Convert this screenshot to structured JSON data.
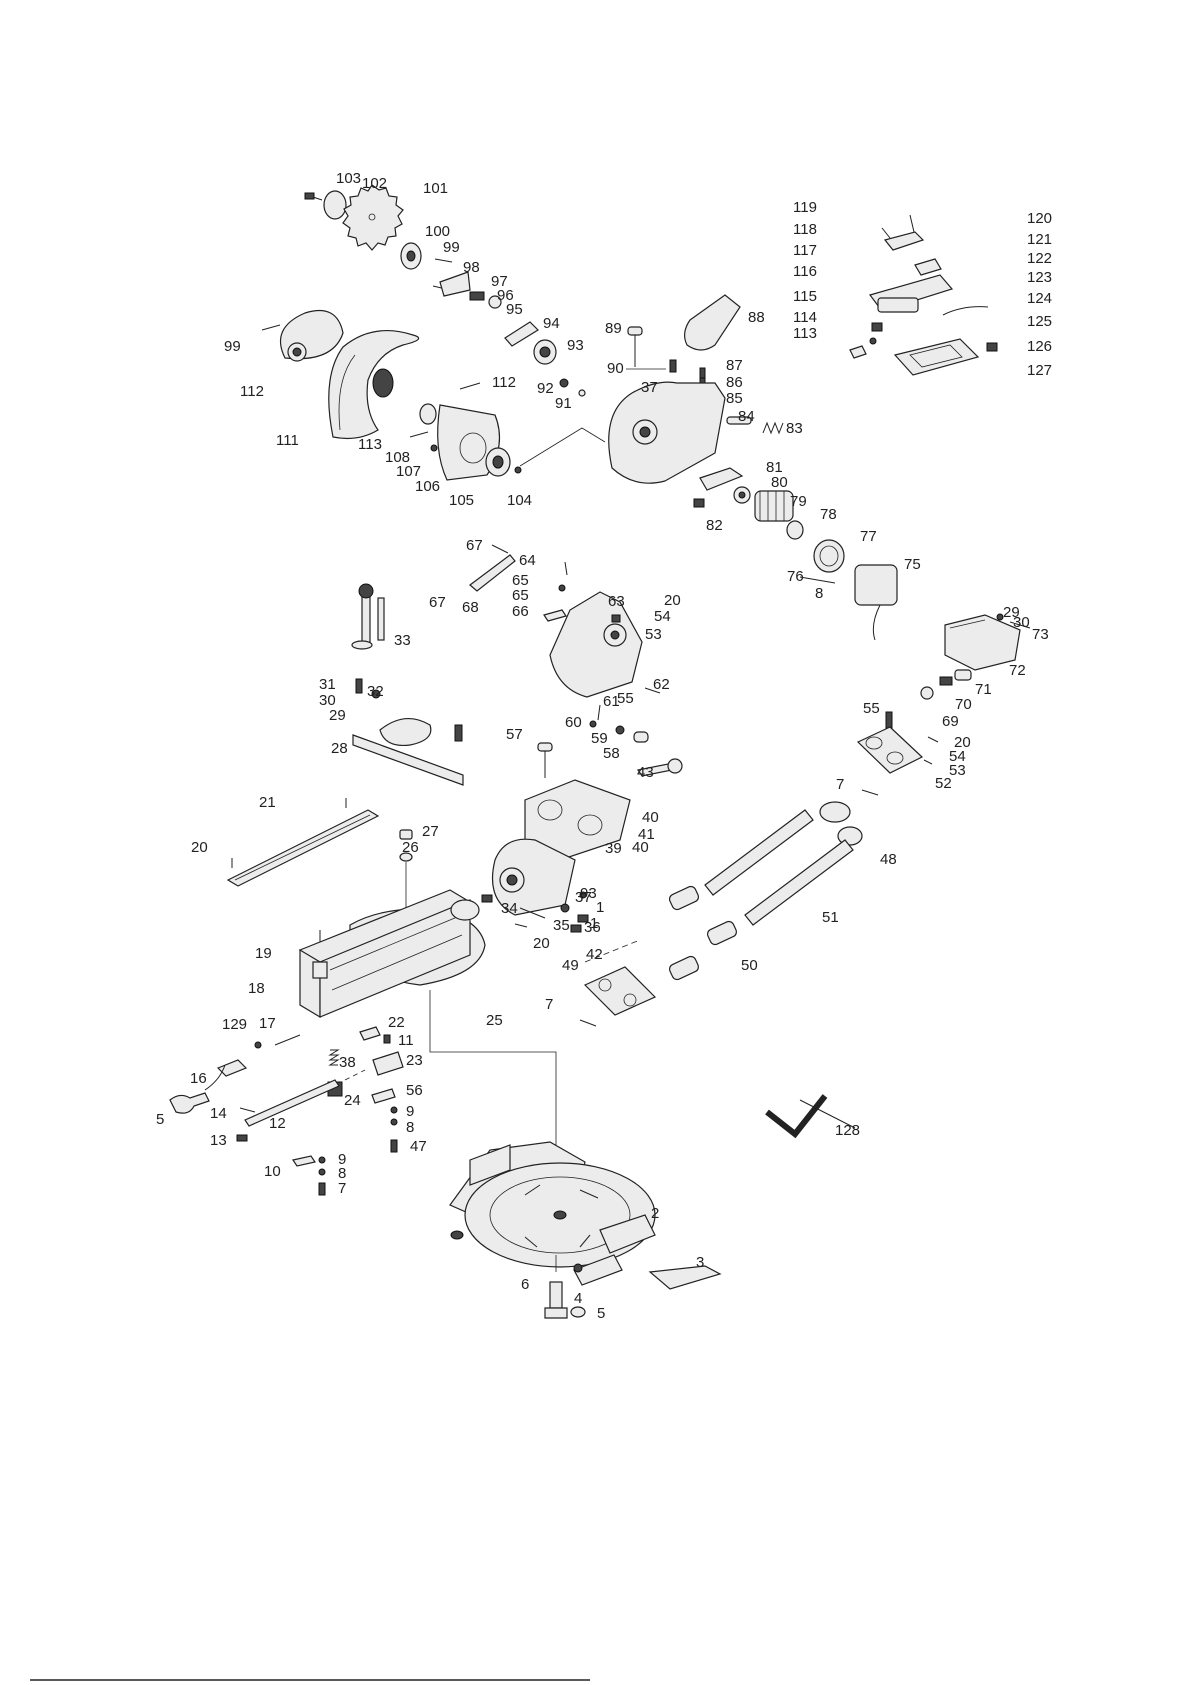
{
  "labels": [
    "103",
    "102",
    "101",
    "100",
    "99",
    "98",
    "97",
    "96",
    "95",
    "94",
    "93",
    "92",
    "91",
    "89",
    "88",
    "90",
    "37",
    "87",
    "86",
    "85",
    "84",
    "83",
    "81",
    "80",
    "79",
    "78",
    "82",
    "77",
    "75",
    "76",
    "8",
    "119",
    "118",
    "117",
    "116",
    "115",
    "114",
    "113",
    "120",
    "121",
    "122",
    "123",
    "124",
    "125",
    "126",
    "127",
    "99",
    "112",
    "111",
    "112",
    "113",
    "108",
    "107",
    "106",
    "105",
    "104",
    "67",
    "64",
    "67",
    "68",
    "65",
    "65",
    "66",
    "63",
    "20",
    "54",
    "53",
    "62",
    "55",
    "61",
    "60",
    "59",
    "58",
    "33",
    "31",
    "30",
    "32",
    "29",
    "28",
    "29",
    "30",
    "73",
    "72",
    "71",
    "70",
    "69",
    "55",
    "20",
    "54",
    "53",
    "52",
    "57",
    "43",
    "40",
    "41",
    "40",
    "39",
    "21",
    "20",
    "27",
    "26",
    "93",
    "1",
    "37",
    "1",
    "34",
    "36",
    "35",
    "20",
    "7",
    "48",
    "51",
    "50",
    "49",
    "42",
    "7",
    "19",
    "18",
    "25",
    "129",
    "17",
    "22",
    "11",
    "38",
    "23",
    "16",
    "24",
    "56",
    "5",
    "14",
    "12",
    "9",
    "8",
    "47",
    "13",
    "10",
    "9",
    "8",
    "7",
    "128",
    "2",
    "3",
    "6",
    "4",
    "5"
  ]
}
